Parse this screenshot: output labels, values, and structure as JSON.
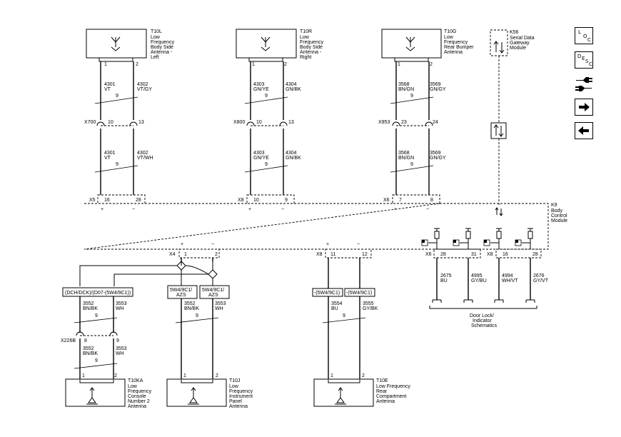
{
  "components": {
    "t10l": {
      "ref": "T10L",
      "desc": [
        "Low",
        "Frequency",
        "Body Side",
        "Antenna -",
        "Left"
      ],
      "pins": [
        "1",
        "2"
      ]
    },
    "t10r": {
      "ref": "T10R",
      "desc": [
        "Low",
        "Frequency",
        "Body Side",
        "Antenna -",
        "Right"
      ],
      "pins": [
        "1",
        "2"
      ]
    },
    "t10g": {
      "ref": "T10G",
      "desc": [
        "Low",
        "Frequency",
        "Rear Bumper",
        "Antenna"
      ],
      "pins": [
        "1",
        "2"
      ]
    },
    "k56": {
      "ref": "K56",
      "desc": [
        "Serial Data",
        "Gateway",
        "Module"
      ]
    },
    "k9": {
      "ref": "K9",
      "desc": [
        "Body",
        "Control",
        "Module"
      ]
    },
    "t10ka": {
      "ref": "T10KA",
      "desc": [
        "Low",
        "Frequency",
        "Console",
        "Number 2",
        "Antenna"
      ],
      "pins": [
        "1",
        "2"
      ]
    },
    "t10j": {
      "ref": "T10J",
      "desc": [
        "Low",
        "Frequency",
        "Instrument",
        "Panel",
        "Antenna"
      ],
      "pins": [
        "1",
        "2"
      ]
    },
    "t10e": {
      "ref": "T10E",
      "desc": [
        "Low Frequency",
        "Rear",
        "Compartment",
        "Antenna"
      ],
      "pins": [
        "1",
        "2"
      ]
    }
  },
  "wires_upper": {
    "l": {
      "c1": "4301",
      "col1": "VT",
      "c2": "4302",
      "col2": "VT/GY",
      "twist": "9",
      "c3": "4301",
      "col3": "VT",
      "c4": "4302",
      "col4": "VT/WH",
      "twist2": "9"
    },
    "r": {
      "c1": "4303",
      "col1": "GN/YE",
      "c2": "4304",
      "col2": "GN/BK",
      "twist": "9",
      "c3": "4303",
      "col3": "GN/YE",
      "c4": "4304",
      "col4": "GN/BK",
      "twist2": "9"
    },
    "g": {
      "c1": "3568",
      "col1": "BN/GN",
      "c2": "3569",
      "col2": "GN/GY",
      "twist": "9",
      "c3": "3568",
      "col3": "BN/GN",
      "c4": "3569",
      "col4": "GN/GY",
      "twist2": "9"
    }
  },
  "inline_connectors": {
    "x700": {
      "name": "X700",
      "p1": "10",
      "p2": "13"
    },
    "x800": {
      "name": "X800",
      "p1": "10",
      "p2": "13"
    },
    "x953": {
      "name": "X953",
      "p1": "23",
      "p2": "24"
    }
  },
  "bcm_pins_top": {
    "a": {
      "conn": "X5",
      "p1": "16",
      "p2": "28"
    },
    "b": {
      "conn": "X8",
      "p1": "10",
      "p2": "9"
    },
    "c": {
      "conn": "X6",
      "p1": "7",
      "p2": "8"
    }
  },
  "bcm_pins_bottom": {
    "x4": {
      "conn": "X4",
      "p1": "1",
      "p2": "2"
    },
    "x8a": {
      "conn": "X8",
      "p1": "11",
      "p2": "12"
    },
    "x6": {
      "conn": "X6",
      "p1": "28",
      "p2": "31"
    },
    "x8b": {
      "conn": "X8",
      "p1": "16",
      "p2": "28"
    }
  },
  "polarity": {
    "plus": "+",
    "minus": "−"
  },
  "options": {
    "dch": "(DCH/DCK)/(D07-(5W4/9C1))",
    "azs1": [
      "5W4/9C1/",
      "AZS"
    ],
    "azs2": [
      "5W4/9C1/",
      "AZS"
    ],
    "opt3": "-(5W4/9C1)",
    "opt4": "-(5W4/9C1)"
  },
  "wires_lower": {
    "ka": {
      "c1": "3552",
      "col1": "BN/BK",
      "c2": "3553",
      "col2": "WH",
      "twist": "9",
      "c3": "3552",
      "col3": "BN/BK",
      "c4": "3553",
      "col4": "WH",
      "twist2": "9",
      "splice": "X226B",
      "sp1": "8",
      "sp2": "9"
    },
    "j": {
      "c1": "3552",
      "col1": "BN/BK",
      "c2": "3553",
      "col2": "WH",
      "twist": "9"
    },
    "e": {
      "c1": "3554",
      "col1": "BU",
      "c2": "3555",
      "col2": "GY/BK",
      "twist": "9"
    }
  },
  "door_lock_wires": [
    {
      "circuit": "2675",
      "color": "BU"
    },
    {
      "circuit": "4995",
      "color": "GY/BU"
    },
    {
      "circuit": "4994",
      "color": "WH/VT"
    },
    {
      "circuit": "2676",
      "color": "GY/VT"
    }
  ],
  "door_lock_ref": [
    "Door Lock/",
    "Indicator",
    "Schematics"
  ],
  "nav": {
    "loc": [
      "L",
      "O",
      "C"
    ],
    "desc": [
      "D",
      "E",
      "S",
      "C"
    ],
    "icons": [
      "connector-icon",
      "arrow-right-icon",
      "arrow-left-icon"
    ]
  }
}
